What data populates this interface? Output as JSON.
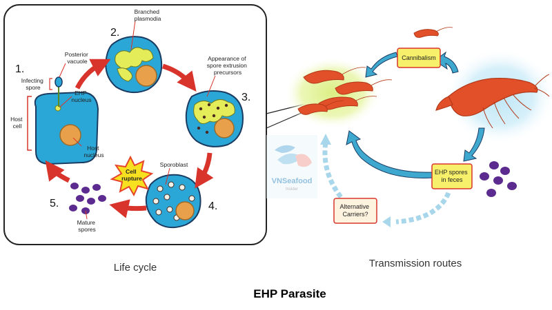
{
  "title": "EHP Parasite",
  "life_cycle": {
    "caption": "Life cycle",
    "steps": [
      "1.",
      "2.",
      "3.",
      "4.",
      "5."
    ],
    "labels": {
      "posterior_vacuole": [
        "Posterior",
        "vacuole"
      ],
      "infecting_spore": [
        "Infecting",
        "spore"
      ],
      "ehp_nucleus": [
        "EHP",
        "nucleus"
      ],
      "host_cell": [
        "Host",
        "cell"
      ],
      "host_nucleus": [
        "Host",
        "nucleus"
      ],
      "branched_plasmodia": [
        "Branched",
        "plasmodia"
      ],
      "appearance": [
        "Appearance of",
        "spore extrusion",
        "precursors"
      ],
      "sporoblast": "Sporoblast",
      "cell_rupture": [
        "Cell",
        "rupture"
      ],
      "mature_spores": [
        "Mature",
        "spores"
      ]
    }
  },
  "transmission": {
    "caption": "Transmission routes",
    "cannibalism": "Cannibalism",
    "ehp_spores_feces": [
      "EHP spores",
      "in feces"
    ],
    "alternative_carriers": [
      "Alternative",
      "Carriers?"
    ]
  },
  "watermark": {
    "brand": "VNSeafood",
    "sub": "Insider"
  },
  "colors": {
    "cell_blue": "#2aa7d6",
    "nucleus_orange": "#e9a04a",
    "plasmodia_yellow": "#e4ec5a",
    "red_arrow": "#d9342b",
    "transmission_arrow": "#3ea8cf",
    "dashed_arrow": "#a8d6ea",
    "box_fill": "#f6f06a",
    "box_border": "#d9342b",
    "spore_purple": "#5b2b8f",
    "shrimp_red": "#e2502a"
  }
}
